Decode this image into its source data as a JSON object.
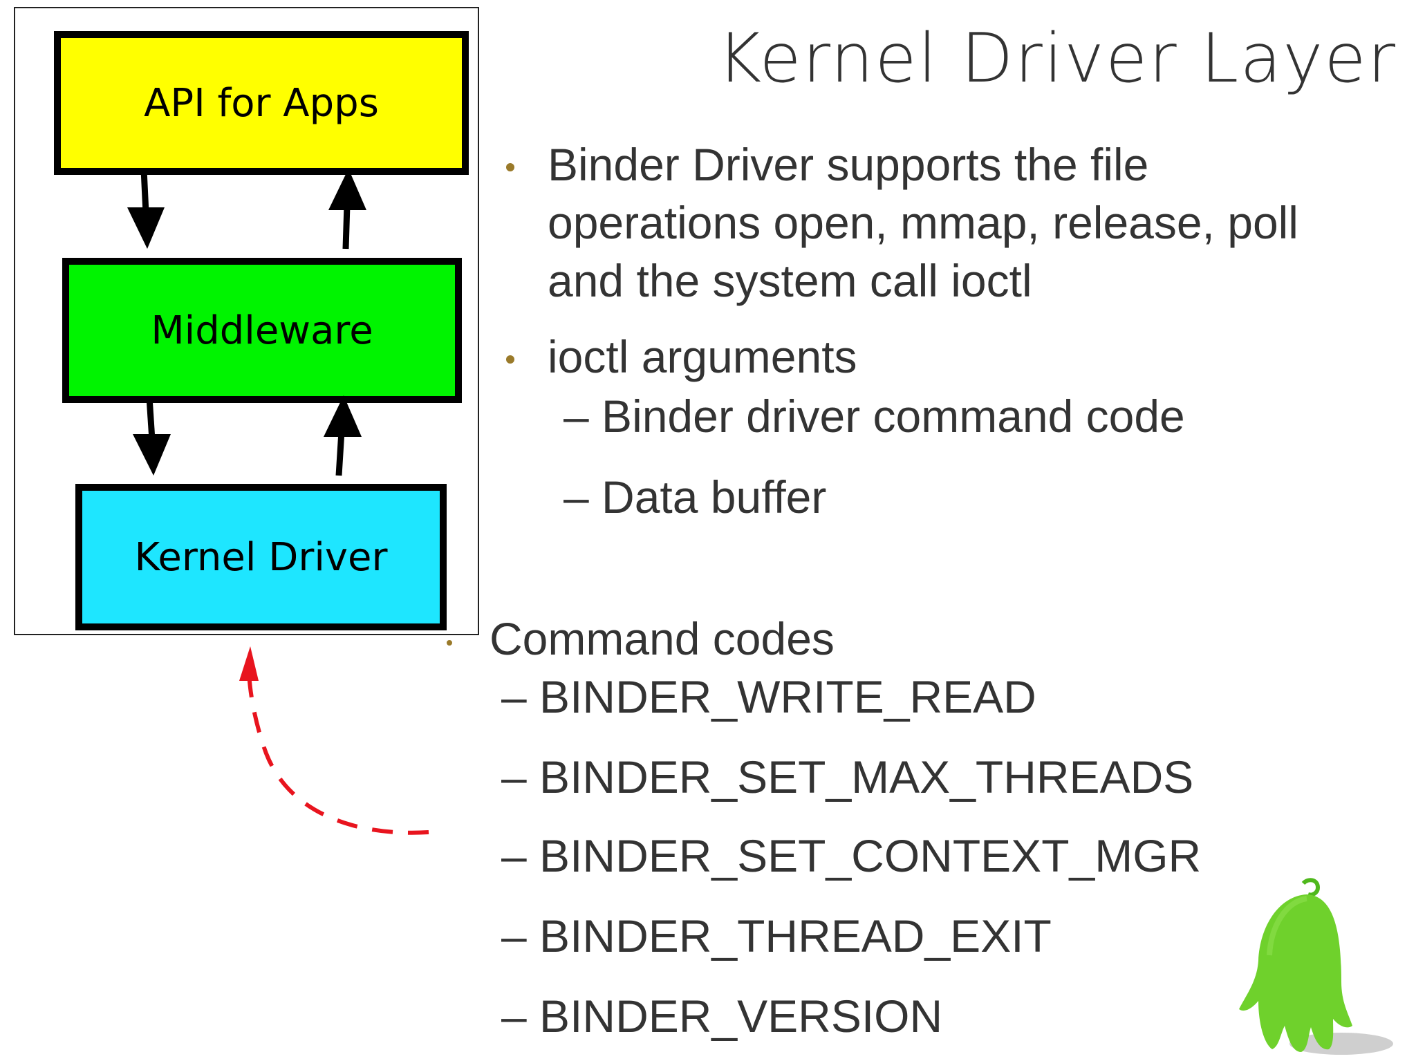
{
  "title": "Kernel Driver Layer",
  "diagram": {
    "layers": [
      {
        "label": "API for Apps",
        "color": "#ffff00"
      },
      {
        "label": "Middleware",
        "color": "#00f400"
      },
      {
        "label": "Kernel Driver",
        "color": "#1ee6ff"
      }
    ],
    "arrow_color": "#000000",
    "dashed_arrow_color": "#e8141e"
  },
  "bullets": [
    {
      "lines": [
        "Binder Driver supports the file",
        "operations open, mmap, release, poll",
        "and the system call ioctl"
      ]
    },
    {
      "text": "ioctl arguments",
      "sub": [
        "– Binder driver command code",
        "– Data buffer"
      ]
    }
  ],
  "command_codes": {
    "heading": "Command codes",
    "items": [
      "– BINDER_WRITE_READ",
      "– BINDER_SET_MAX_THREADS",
      "– BINDER_SET_CONTEXT_MGR",
      "– BINDER_THREAD_EXIT",
      "– BINDER_VERSION"
    ]
  },
  "colors": {
    "bullet": "#9a7a2a",
    "text": "#333333",
    "mascot": "#6fd12c"
  }
}
